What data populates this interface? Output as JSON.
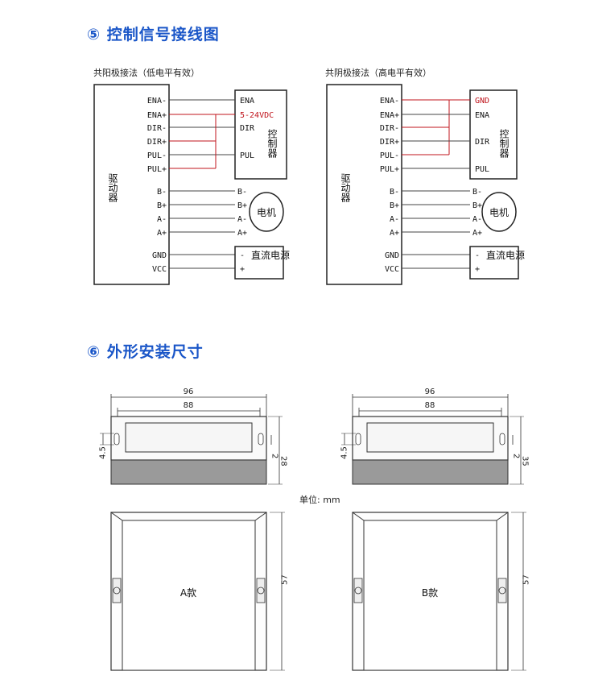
{
  "sections": {
    "wiring_title": "⑤ 控制信号接线图",
    "dimensions_title": "⑥ 外形安装尺寸"
  },
  "wiring": {
    "left": {
      "subtitle": "共阳极接法（低电平有效）",
      "driver_label": "驱动器",
      "pins": [
        "ENA-",
        "ENA+",
        "DIR-",
        "DIR+",
        "PUL-",
        "PUL+",
        "B-",
        "B+",
        "A-",
        "A+",
        "GND",
        "VCC"
      ],
      "controller_inputs": [
        "ENA",
        "5-24VDC",
        "DIR",
        "PUL"
      ],
      "controller_label": "控制器",
      "motor_pins": [
        "B-",
        "B+",
        "A-",
        "A+"
      ],
      "motor_label": "电机",
      "power": [
        "-",
        "+"
      ],
      "power_label": "直流电源"
    },
    "right": {
      "subtitle": "共阴极接法（高电平有效）",
      "driver_label": "驱动器",
      "pins": [
        "ENA-",
        "ENA+",
        "DIR-",
        "DIR+",
        "PUL-",
        "PUL+",
        "B-",
        "B+",
        "A-",
        "A+",
        "GND",
        "VCC"
      ],
      "controller_inputs": [
        "GND",
        "ENA",
        "DIR",
        "PUL"
      ],
      "controller_label": "控制器",
      "motor_pins": [
        "B-",
        "B+",
        "A-",
        "A+"
      ],
      "motor_label": "电机",
      "power": [
        "-",
        "+"
      ],
      "power_label": "直流电源"
    },
    "colors": {
      "wire": "#444444",
      "common_wire": "#c0141c"
    }
  },
  "dimensions": {
    "unit_label": "单位: mm",
    "model_a": {
      "name": "A款",
      "outer_width": "96",
      "hole_pitch": "88",
      "hole_dia": "4.5",
      "height_1": "28",
      "height_2": "2",
      "depth": "57"
    },
    "model_b": {
      "name": "B款",
      "outer_width": "96",
      "hole_pitch": "88",
      "hole_dia": "4.5",
      "height_1": "35",
      "height_2": "2",
      "depth": "57"
    }
  }
}
